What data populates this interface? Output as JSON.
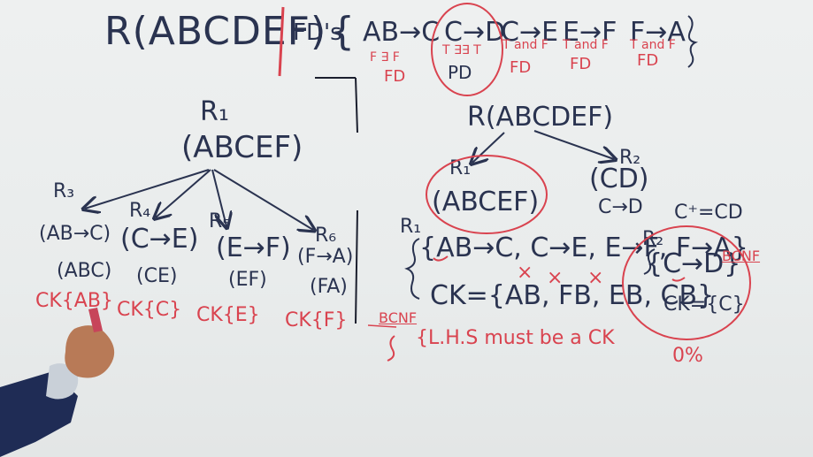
{
  "board": {
    "relation": "R(ABCDEF)",
    "fds_label": "FD's",
    "fds": [
      "AB→C",
      "C→D",
      "C→E",
      "E→F",
      "F→A"
    ],
    "fd_notes": [
      "F ∃ F",
      "T ∃∃ T",
      "T and F",
      "T and F",
      "T and F"
    ],
    "fd_notes2": [
      "FD",
      "PD",
      "FD",
      "FD",
      "FD"
    ],
    "r1_label": "R₁",
    "r1_attrs": "(ABCEF)",
    "children": [
      {
        "label": "R₃",
        "fd": "(AB→C)",
        "attrs": "(ABC)",
        "ck": "CK{AB}"
      },
      {
        "label": "R₄",
        "fd": "(C→E)",
        "attrs": "(CE)",
        "ck": "CK{C}"
      },
      {
        "label": "R₅",
        "fd": "(E→F)",
        "attrs": "(EF)",
        "ck": "CK{E}"
      },
      {
        "label": "R₆",
        "fd": "(F→A)",
        "attrs": "(FA)",
        "ck": "CK{F}"
      }
    ],
    "right_relation": "R(ABCDEF)",
    "right_r1_label": "R₁",
    "right_r1_attrs": "(ABCEF)",
    "right_r2_label": "R₂",
    "right_r2_attrs": "(CD)",
    "right_r2_fd": "C→D",
    "closure": "C⁺=CD",
    "r1_fds": "{AB→C, C→E, E→F, F→A}",
    "r1_ck": "CK={AB, FB, EB, CB}",
    "r2_label": "R₂",
    "r2_fd": "{C→D}",
    "r2_ck": "CK={C}",
    "bcnf_tag": "BCNF",
    "bcnf_rule_label": "BCNF",
    "bcnf_rule": "{L.H.S must be a CK",
    "zero": "0%",
    "x_marks": [
      "×",
      "×",
      "×"
    ]
  }
}
